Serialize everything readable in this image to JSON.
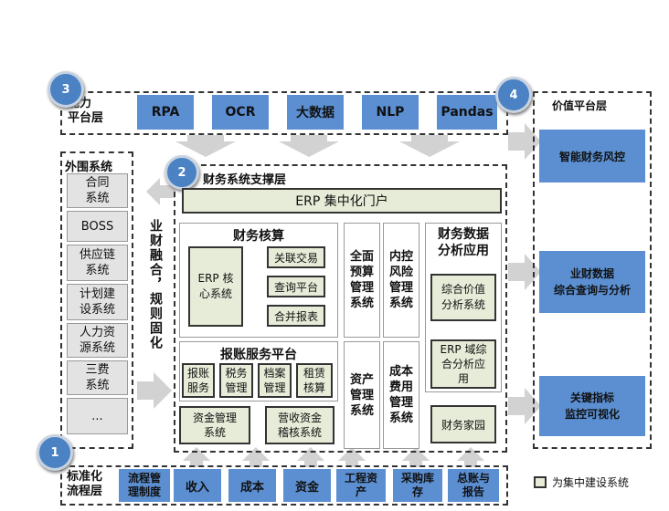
{
  "badges": [
    "3",
    "2",
    "4",
    "1"
  ],
  "capability": {
    "title": "能力\n平台层",
    "items": [
      "RPA",
      "OCR",
      "大数据",
      "NLP",
      "Pandas"
    ]
  },
  "value": {
    "title": "价值平台层",
    "items": [
      "智能财务风控",
      "业财数据\n综合查询与分析",
      "关键指标\n监控可视化"
    ]
  },
  "external": {
    "title": "外围系统",
    "items": [
      "合同\n系统",
      "BOSS",
      "供应链\n系统",
      "计划建\n设系统",
      "人力资\n源系统",
      "三费\n系统",
      "..."
    ]
  },
  "fusion_text": "业财融合，规则固化",
  "support": {
    "title": "财务系统支撑层",
    "portal": "ERP 集中化门户",
    "core": {
      "title": "财务核算",
      "erp": "ERP 核\n心系统",
      "items": [
        "关联交易",
        "查询平台",
        "合并报表"
      ]
    },
    "expense": {
      "title": "报账服务平台",
      "items": [
        "报账\n服务",
        "税务\n管理",
        "档案\n管理",
        "租赁\n核算"
      ]
    },
    "fund": "资金管理\n系统",
    "revenue": "营收资金\n稽核系统",
    "budget": "全面\n预算\n管理\n系统",
    "internal": "内控\n风险\n管理\n系统",
    "asset": "资产\n管理\n系统",
    "cost": "成本\n费用\n管理\n系统",
    "analysis": {
      "title": "财务数据\n分析应用",
      "items": [
        "综合价值\n分析系统",
        "ERP 域综\n合分析应\n用"
      ]
    },
    "home": "财务家园"
  },
  "standard": {
    "title": "标准化\n流程层",
    "items": [
      "流程管\n理制度",
      "收入",
      "成本",
      "资金",
      "工程资\n产",
      "采购库\n存",
      "总账与\n报告"
    ]
  },
  "legend": "为集中建设系统",
  "colors": {
    "blue": "#5b8fd2",
    "green": "#e6ecd8",
    "badge": "#4a82c4",
    "arrow": "#cfcfcf"
  }
}
